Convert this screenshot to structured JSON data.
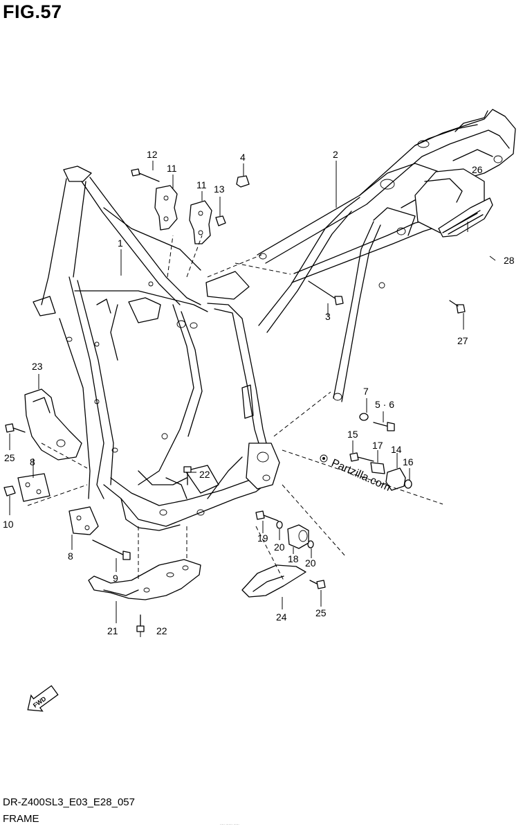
{
  "figure": {
    "title": "FIG.57"
  },
  "footer": {
    "code": "DR-Z400SL3_E03_E28_057",
    "name": "FRAME",
    "tiny_text": "..... ....... ......"
  },
  "watermark": {
    "text": "Partzilla.com"
  },
  "fwd_arrow": {
    "label": "FWD"
  },
  "callouts": {
    "c1": "1",
    "c2": "2",
    "c3": "3",
    "c4": "4",
    "c5_6": "5 · 6",
    "c7": "7",
    "c8a": "8",
    "c8b": "8",
    "c9": "9",
    "c10": "10",
    "c11a": "11",
    "c11b": "11",
    "c12": "12",
    "c13": "13",
    "c14": "14",
    "c15": "15",
    "c16": "16",
    "c17": "17",
    "c18": "18",
    "c19": "19",
    "c20a": "20",
    "c20b": "20",
    "c21": "21",
    "c22a": "22",
    "c22b": "22",
    "c23": "23",
    "c24": "24",
    "c25a": "25",
    "c25b": "25",
    "c26": "26",
    "c27": "27",
    "c28": "28"
  }
}
